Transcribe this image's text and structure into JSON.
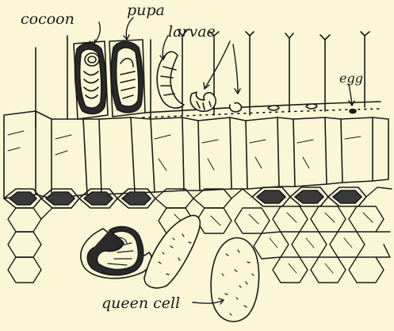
{
  "labels": {
    "cocoon": "cocoon",
    "pupa": "pupa",
    "larvae": "larvae",
    "egg": "egg",
    "queen_cell": "queen cell"
  },
  "colors": {
    "background": "#fbf7d6",
    "ink": "#1a1a1a",
    "cap_dark": "#3a3a3a"
  }
}
